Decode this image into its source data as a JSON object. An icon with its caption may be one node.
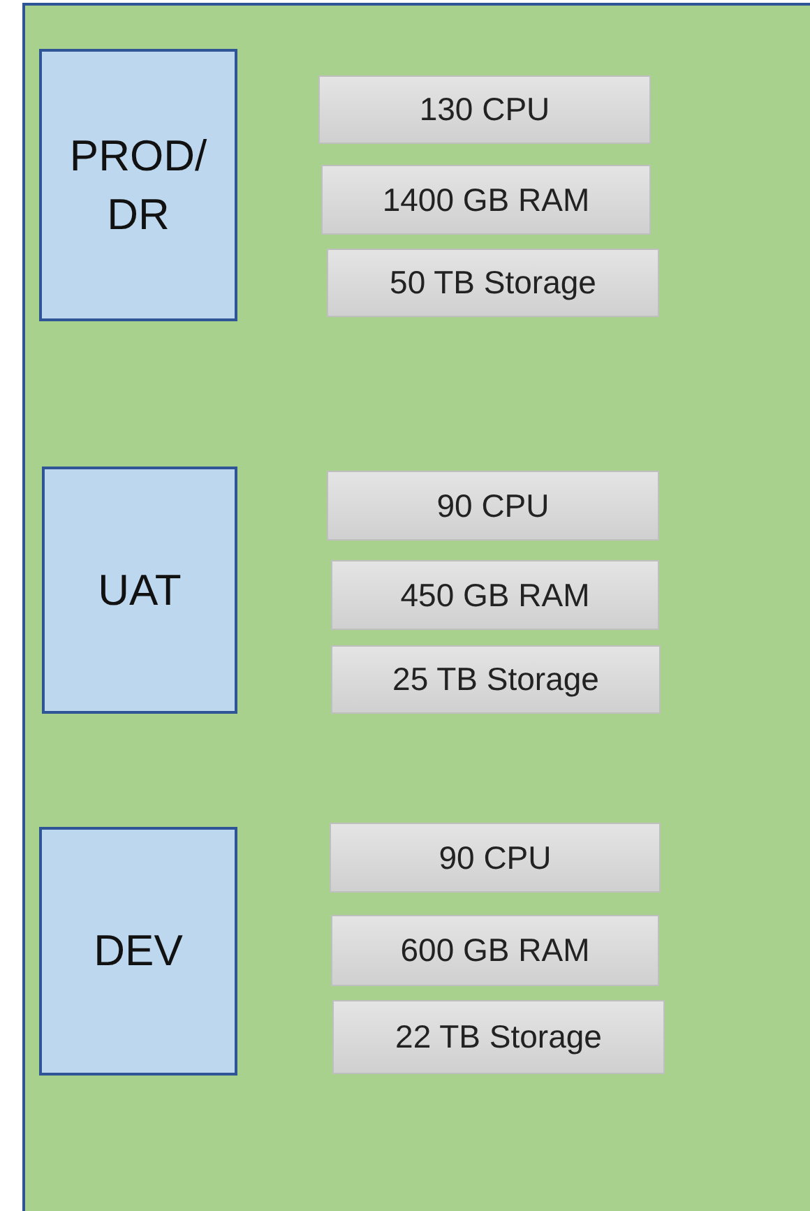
{
  "diagram": {
    "nodes": [
      {
        "text": [],
        "shape": "box"
      },
      {
        "text": [
          "PROD/ DR"
        ],
        "in": 0
      },
      {
        "text": [
          "130 CPU"
        ],
        "in": 0
      },
      {
        "text": [
          "1400 GB RAM"
        ],
        "in": 0
      },
      {
        "text": [
          "50 TB Storage"
        ],
        "in": 0
      },
      {
        "text": [
          "UAT"
        ],
        "in": 0
      },
      {
        "text": [
          "90 CPU"
        ],
        "in": 0
      },
      {
        "text": [
          "450 GB RAM"
        ],
        "in": 0
      },
      {
        "text": [
          "25 TB Storage"
        ],
        "in": 0
      },
      {
        "text": [
          "DEV"
        ],
        "in": 0
      },
      {
        "text": [
          "90 CPU"
        ],
        "in": 0
      },
      {
        "text": [
          "600 GB RAM"
        ],
        "in": 0
      },
      {
        "text": [
          "22 TB Storage"
        ],
        "in": 0
      }
    ]
  }
}
